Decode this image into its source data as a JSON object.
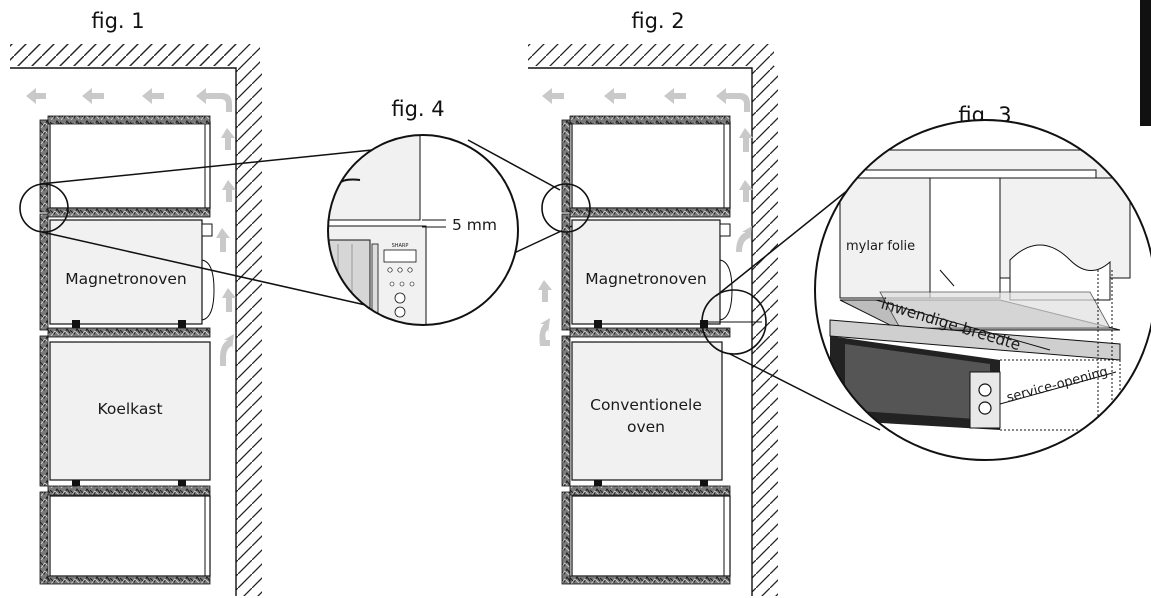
{
  "figures": {
    "fig1": "fig. 1",
    "fig2": "fig. 2",
    "fig3": "fig. 3",
    "fig4": "fig. 4"
  },
  "labels": {
    "magnetron_fig1": "Magnetronoven",
    "koelkast": "Koelkast",
    "magnetron_fig2": "Magnetronoven",
    "conventional_line1": "Conventionele",
    "conventional_line2": "oven",
    "gap": "5 mm",
    "mylar": "mylar folie",
    "inner_width": "inwendige breedte",
    "service_opening": "service-opening",
    "brand": "SHARP"
  },
  "colors": {
    "arrow": "#c9c9c9",
    "box_fill": "#f1f1f1",
    "shelf_fill": "#6b6b6b",
    "outline": "#111111",
    "corner_tab": "#111111"
  }
}
